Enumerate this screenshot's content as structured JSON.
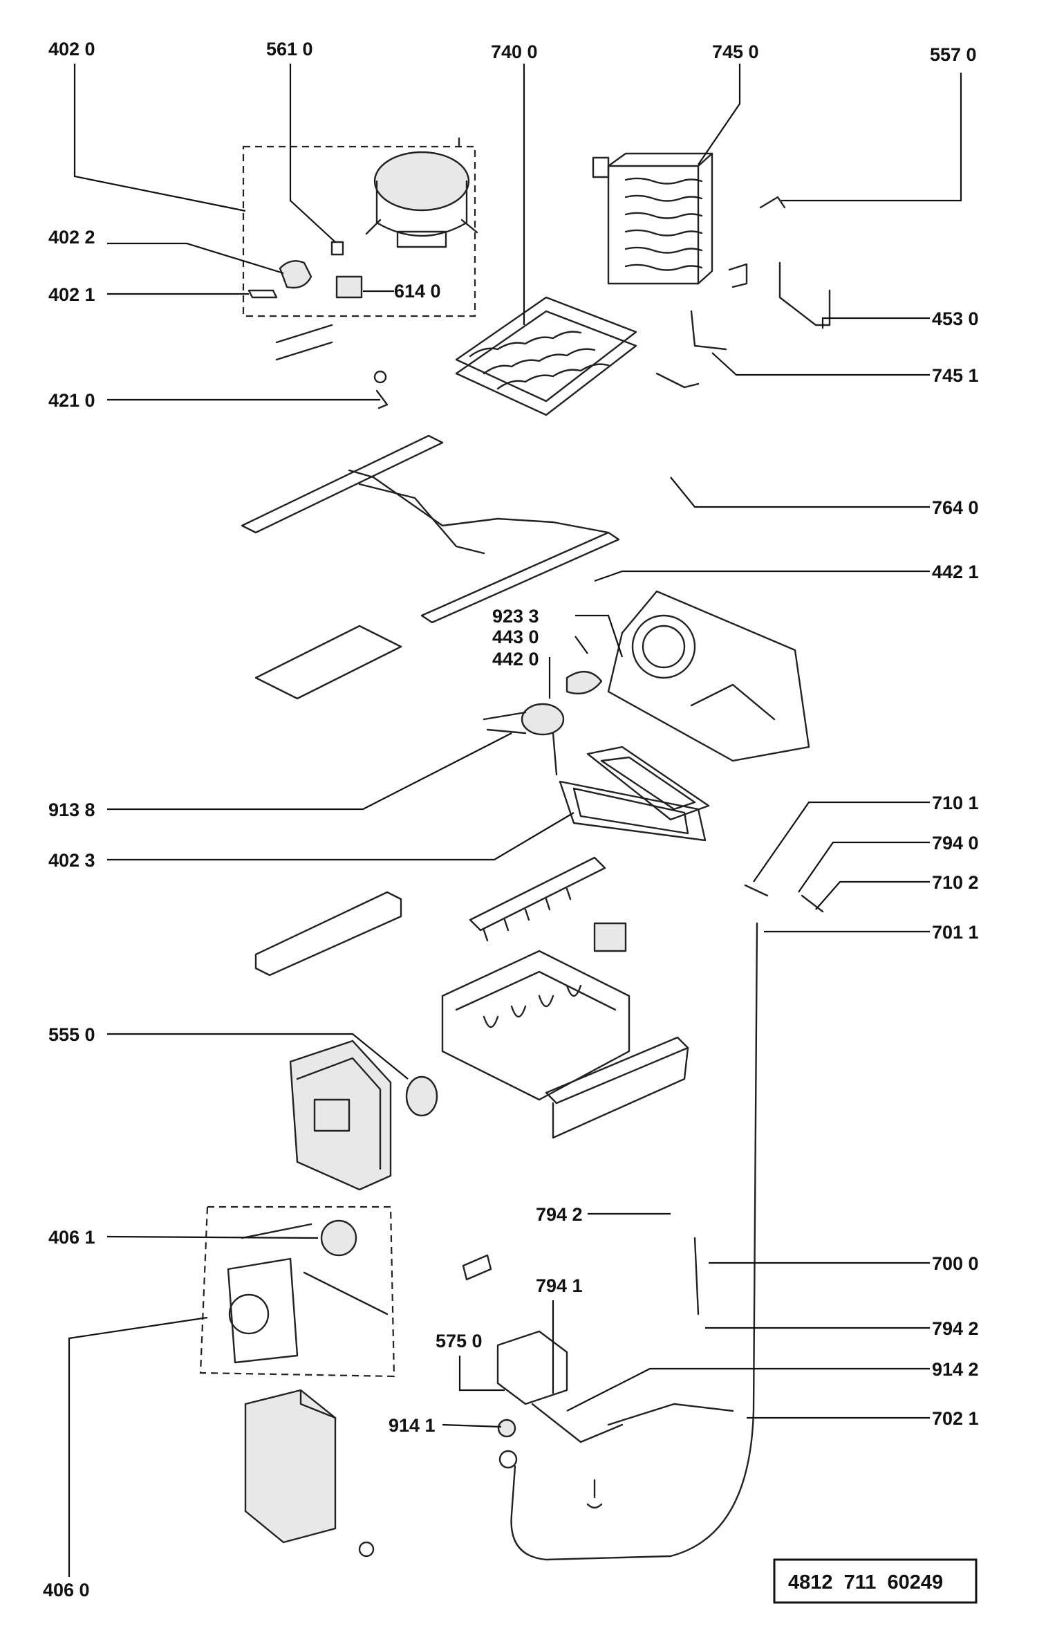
{
  "labels": {
    "l4020": "402 0",
    "l5610": "561 0",
    "l7400": "740 0",
    "l7450": "745 0",
    "l5570": "557 0",
    "l4022": "402 2",
    "l4021": "402 1",
    "l6140": "614 0",
    "l4530": "453 0",
    "l7451": "745 1",
    "l4210": "421 0",
    "l7640": "764 0",
    "l4421": "442 1",
    "l9233": "923 3",
    "l4430": "443 0",
    "l4420": "442 0",
    "l9138": "913 8",
    "l7101": "710 1",
    "l7940": "794 0",
    "l4023": "402 3",
    "l7102": "710 2",
    "l7011": "701 1",
    "l5550": "555 0",
    "l7942a": "794 2",
    "l4061": "406 1",
    "l7000": "700 0",
    "l7941": "794 1",
    "l7942b": "794 2",
    "l5750": "575 0",
    "l9142": "914 2",
    "l9141": "914 1",
    "l7021": "702 1",
    "l4060": "406 0"
  },
  "reference_number": "4812  711  60249"
}
